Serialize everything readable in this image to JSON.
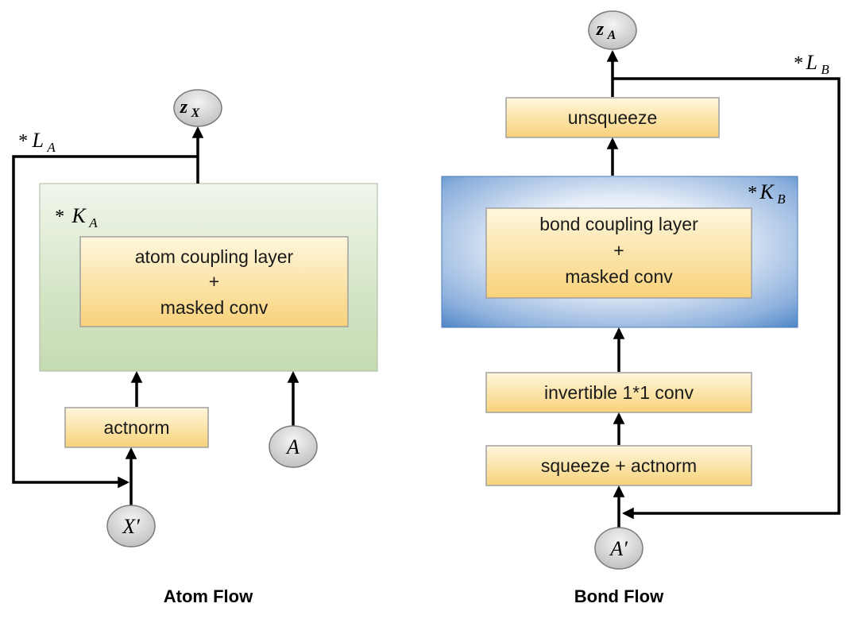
{
  "atom_flow": {
    "caption": "Atom Flow",
    "outer_block": {
      "repeat_symbol": "*",
      "repeat_var": "K",
      "repeat_sub": "A"
    },
    "coupling_box": {
      "line1": "atom coupling layer",
      "line2": "+",
      "line3": "masked conv"
    },
    "actnorm_label": "actnorm",
    "input_node": {
      "main": "X",
      "prime": "′"
    },
    "adjacency_node": "A",
    "output_node": {
      "main": "z",
      "sub": "X"
    },
    "loop": {
      "repeat_symbol": "*",
      "repeat_var": "L",
      "repeat_sub": "A"
    }
  },
  "bond_flow": {
    "caption": "Bond Flow",
    "outer_block": {
      "repeat_symbol": "*",
      "repeat_var": "K",
      "repeat_sub": "B"
    },
    "coupling_box": {
      "line1": "bond coupling layer",
      "line2": "+",
      "line3": "masked conv"
    },
    "unsqueeze_label": "unsqueeze",
    "invertible_label": "invertible 1*1 conv",
    "squeeze_label": "squeeze + actnorm",
    "input_node": {
      "main": "A",
      "prime": "′"
    },
    "output_node": {
      "main": "z",
      "sub": "A"
    },
    "loop": {
      "repeat_symbol": "*",
      "repeat_var": "L",
      "repeat_sub": "B"
    }
  },
  "colors": {
    "box_fill_top": "#fdf3cf",
    "box_fill_bottom": "#f8d27a",
    "box_border": "#9a9a9a",
    "green_panel": "#d3e3c4",
    "blue_panel": "#4a82c6",
    "node_fill": "#d9d9d9"
  }
}
